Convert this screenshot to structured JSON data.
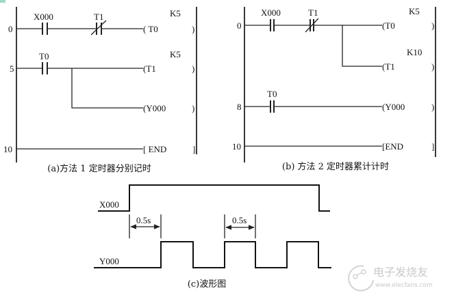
{
  "panel_a": {
    "caption": "(a)方法 1 定时器分别记时",
    "rungs": {
      "r0": "0",
      "r5": "5",
      "r10": "10"
    },
    "contacts": {
      "x000": "X000",
      "t1": "T1",
      "t0": "T0"
    },
    "coils": {
      "t0": "( T0",
      "t1": "(T1",
      "y000": "(Y000",
      "end": "[ END"
    },
    "close_paren": ")",
    "close_bracket": "]",
    "k_t0": "K5",
    "k_t1": "K5"
  },
  "panel_b": {
    "caption": "(b) 方法 2 定时器累计计时",
    "rungs": {
      "r0": "0",
      "r8": "8",
      "r10": "10"
    },
    "contacts": {
      "x000": "X000",
      "t1": "T1",
      "t0": "T0"
    },
    "coils": {
      "t0": "(T0",
      "t1": "(T1",
      "y000": "(Y000",
      "end": "[END"
    },
    "close_paren": ")",
    "close_bracket": "]",
    "k_t0": "K5",
    "k_t1": "K10"
  },
  "panel_c": {
    "caption": "(c)波形图",
    "signal_x": "X000",
    "signal_y": "Y000",
    "interval_1": "0.5s",
    "interval_2": "0.5s"
  },
  "watermark": {
    "brand": "电子发烧友",
    "url": "www.elecfans.com"
  }
}
